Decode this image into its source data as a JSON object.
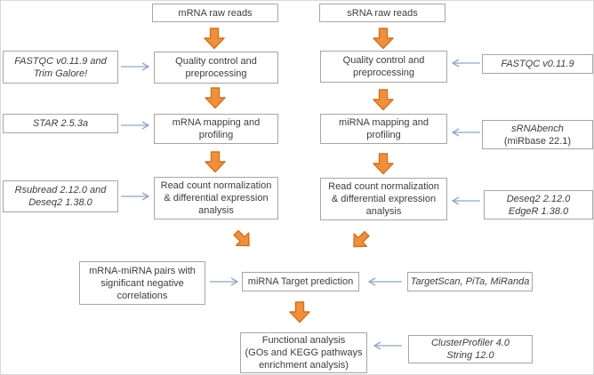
{
  "diagram_title": "mRNA and sRNA sequencing analysis pipeline flowchart",
  "colors": {
    "box_border": "#a6a6a6",
    "text": "#3d3d3d",
    "block_arrow_fill": "#f0903c",
    "block_arrow_stroke": "#d4701d",
    "thin_arrow": "#8fa6c2",
    "background": "#ffffff"
  },
  "nodes": {
    "mrna_raw_reads": {
      "line1": "mRNA raw reads"
    },
    "srna_raw_reads": {
      "line1": "sRNA raw reads"
    },
    "qc_left": {
      "line1": "Quality control and",
      "line2": "preprocessing"
    },
    "qc_right": {
      "line1": "Quality control and",
      "line2": "preprocessing"
    },
    "mrna_mapping": {
      "line1": "mRNA mapping and",
      "line2": "profiling"
    },
    "mirna_mapping": {
      "line1": "miRNA mapping and",
      "line2": "profiling"
    },
    "readcount_left": {
      "line1": "Read count normalization",
      "line2": "& differential expression",
      "line3": "analysis"
    },
    "readcount_right": {
      "line1": "Read count normalization",
      "line2": "& differential expression",
      "line3": "analysis"
    },
    "pairs": {
      "line1": "mRNA-miRNA pairs with",
      "line2": "significant negative",
      "line3": "correlations"
    },
    "target_prediction": {
      "line1": "miRNA Target prediction"
    },
    "functional": {
      "line1": "Functional analysis",
      "line2": "(GOs and KEGG pathways",
      "line3": "enrichment analysis)"
    }
  },
  "tools": {
    "fastqc_trim": {
      "line1": "FASTQC v0.11.9 and",
      "line2": "Trim Galore!"
    },
    "star": {
      "line1": "STAR 2.5.3a"
    },
    "rsubread_deseq": {
      "line1": "Rsubread 2.12.0 and",
      "line2": "Deseq2 1.38.0"
    },
    "fastqc": {
      "line1": "FASTQC v0.11.9"
    },
    "srnabench": {
      "line1": "sRNAbench",
      "line2": "(miRbase 22.1)"
    },
    "deseq_edger": {
      "line1": "Deseq2 2.12.0",
      "line2": "EdgeR 1.38.0"
    },
    "targetscan": {
      "line1": "TargetScan, PiTa, MiRanda"
    },
    "clusterprofiler": {
      "line1": "ClusterProfiler 4.0",
      "line2": "String 12.0"
    }
  }
}
